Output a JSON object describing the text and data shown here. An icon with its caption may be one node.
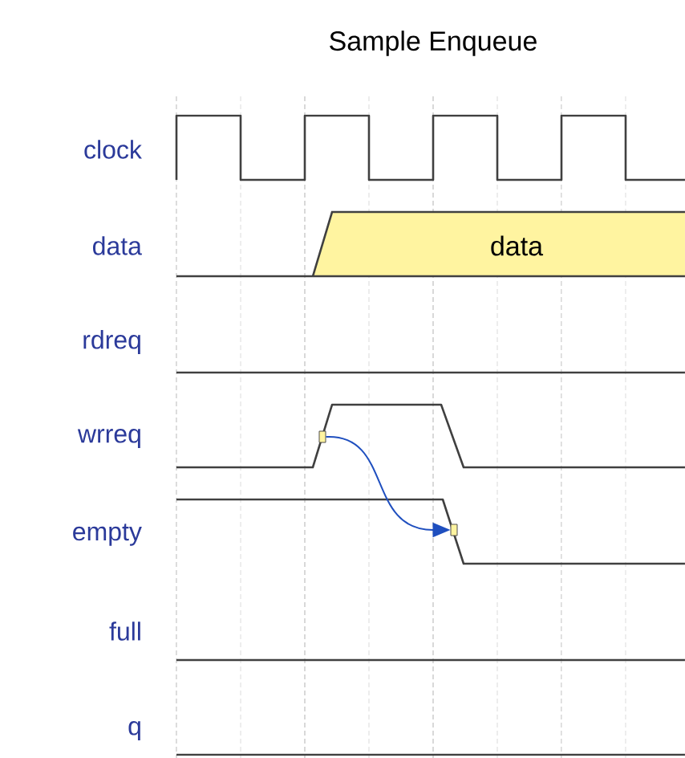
{
  "diagram": {
    "title": "Sample Enqueue",
    "nodes": [
      {
        "text": [
          "data"
        ]
      },
      {
        "text": [],
        "shape": "box"
      },
      {
        "text": [],
        "shape": "box"
      }
    ],
    "edges": [
      {
        "from": 1,
        "to": 2,
        "arrow": "to",
        "color": "#1f4fbf"
      }
    ],
    "labels": [
      "clock",
      "data",
      "rdreq",
      "wrreq",
      "empty",
      "full",
      "q"
    ]
  }
}
